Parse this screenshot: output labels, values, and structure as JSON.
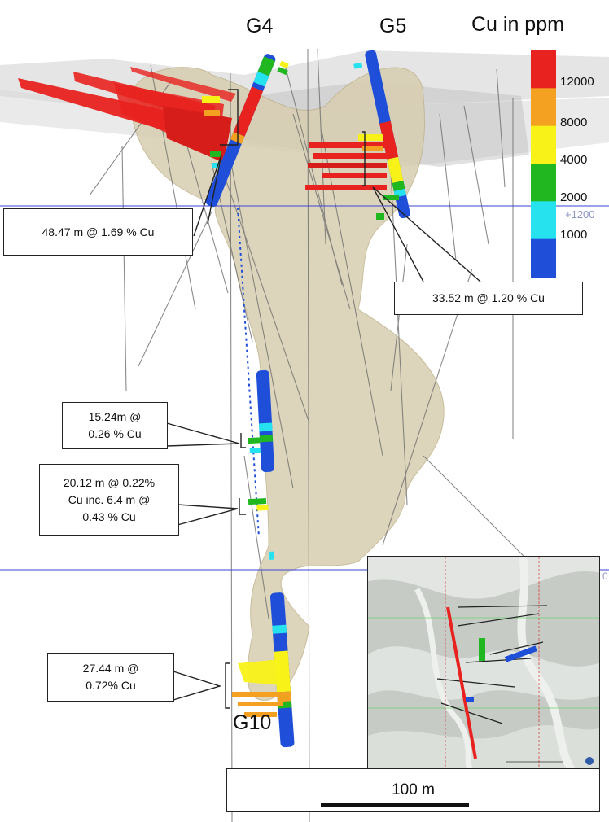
{
  "drill_holes": [
    {
      "name": "G4"
    },
    {
      "name": "G5"
    },
    {
      "name": "G10"
    }
  ],
  "intercepts": [
    {
      "lines": [
        "48.47 m @ 1.69 % Cu"
      ]
    },
    {
      "lines": [
        "33.52 m @ 1.20 % Cu"
      ]
    },
    {
      "lines": [
        "15.24m @",
        "0.26 % Cu"
      ]
    },
    {
      "lines": [
        "20.12 m @ 0.22%",
        "Cu inc. 6.4 m @",
        "0.43 % Cu"
      ]
    },
    {
      "lines": [
        "27.44 m @",
        "0.72% Cu"
      ]
    }
  ],
  "legend": {
    "title": "Cu in ppm",
    "ticks": [
      "12000",
      "8000",
      "4000",
      "2000",
      "1000"
    ],
    "colors": [
      "#e8221f",
      "#f4a021",
      "#f8f219",
      "#21b721",
      "#25e2ee",
      "#1f4fd8"
    ]
  },
  "elevation_label": "+1200",
  "scale_bar": {
    "label": "100 m"
  },
  "colors": {
    "shell": "#d8ceb0",
    "section_line": "#3b43d6",
    "high_grade": "#e8221f",
    "low_grade": "#1f4fd8"
  }
}
